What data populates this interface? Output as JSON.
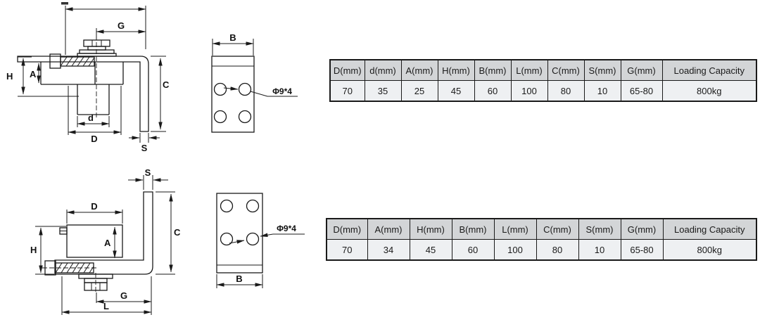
{
  "page": {
    "title": "bracket-spec-sheet",
    "background": "#ffffff"
  },
  "colors": {
    "line": "#1a1a1a",
    "table_header_bg": "#d3d5d7",
    "table_row_bg": "#eef0f2"
  },
  "diagram_top_side": {
    "dim_g": "G",
    "dim_h": "H",
    "dim_a": "A",
    "dim_d_small": "d",
    "dim_d_big": "D",
    "dim_c": "C",
    "dim_s": "S"
  },
  "diagram_top_front": {
    "dim_b": "B",
    "hole_callout": "Φ9*4"
  },
  "diagram_bottom_side": {
    "dim_s": "S",
    "dim_d": "D",
    "dim_a": "A",
    "dim_h": "H",
    "dim_c": "C",
    "dim_g": "G",
    "dim_l": "L"
  },
  "diagram_bottom_front": {
    "dim_b": "B",
    "hole_callout": "Φ9*4"
  },
  "table_top": {
    "headers": [
      "D(mm)",
      "d(mm)",
      "A(mm)",
      "H(mm)",
      "B(mm)",
      "L(mm)",
      "C(mm)",
      "S(mm)",
      "G(mm)",
      "Loading Capacity"
    ],
    "values": [
      "70",
      "35",
      "25",
      "45",
      "60",
      "100",
      "80",
      "10",
      "65-80",
      "800kg"
    ]
  },
  "table_bottom": {
    "headers": [
      "D(mm)",
      "A(mm)",
      "H(mm)",
      "B(mm)",
      "L(mm)",
      "C(mm)",
      "S(mm)",
      "G(mm)",
      "Loading Capacity"
    ],
    "values": [
      "70",
      "34",
      "45",
      "60",
      "100",
      "80",
      "10",
      "65-80",
      "800kg"
    ]
  }
}
